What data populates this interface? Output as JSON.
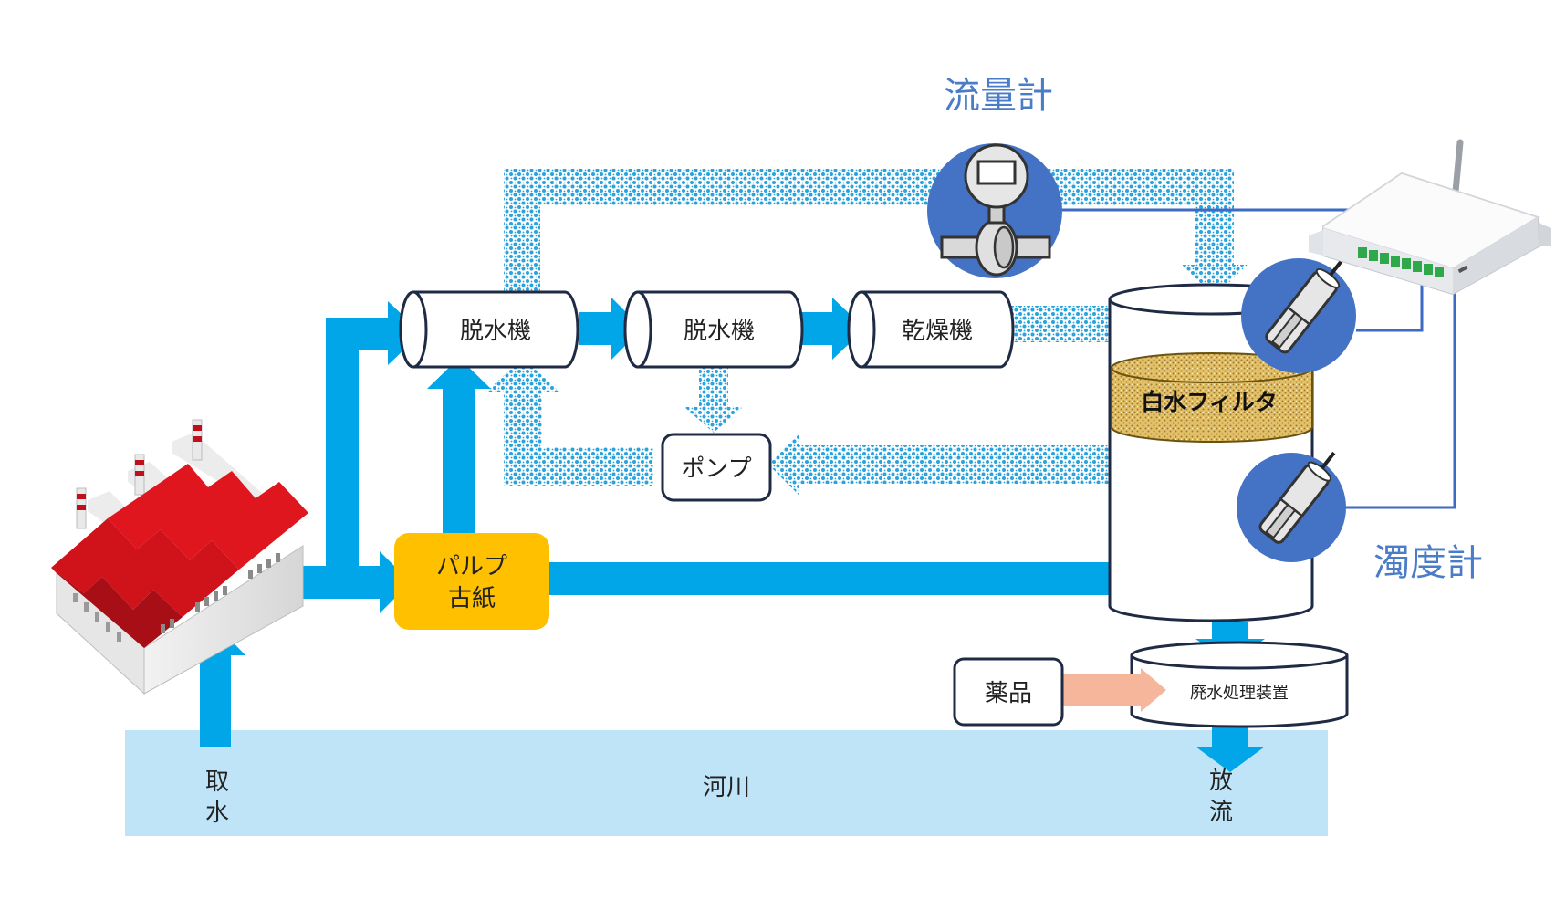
{
  "labels": {
    "flowmeter": "流量計",
    "turbidimeter": "濁度計",
    "dehydrator_1": "脱水機",
    "dehydrator_2": "脱水機",
    "dryer": "乾燥機",
    "pump": "ポンプ",
    "pulp_line1": "パルプ",
    "pulp_line2": "古紙",
    "white_water_filter": "白水フィルタ",
    "chemicals": "薬品",
    "wastewater_treatment": "廃水処理装置",
    "river": "河川",
    "intake_line1": "取",
    "intake_line2": "水",
    "discharge_line1": "放",
    "discharge_line2": "流"
  },
  "colors": {
    "flow_arrow": "#00a6e8",
    "white_water": "#2aa3dc",
    "river": "#bfe4f7",
    "sensor_circle": "#4472c4",
    "label_blue": "#4a7cc7",
    "pulp_box": "#ffc000",
    "chemical_arrow": "#f5b69b",
    "filter": "#d8b45a",
    "factory_roof": "#d0121b"
  },
  "icons": [
    "factory-icon",
    "flowmeter-icon",
    "turbidity-sensor-icon",
    "iot-gateway-icon"
  ]
}
